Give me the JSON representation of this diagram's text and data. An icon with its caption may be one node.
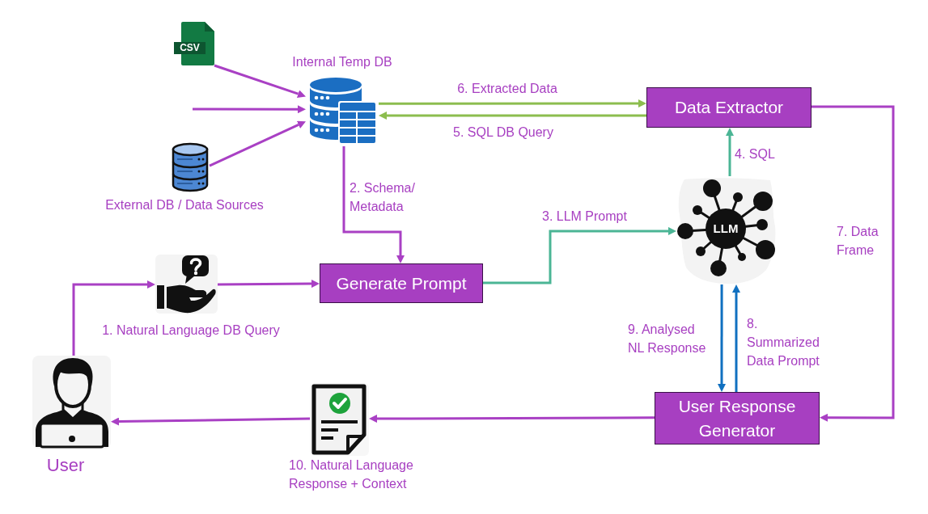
{
  "diagram": {
    "nodes": [
      {
        "text": [
          "CSV"
        ]
      },
      {
        "text": [],
        "shape": "picture",
        "beside": [
          "Internal Temp DB"
        ]
      },
      {
        "text": [],
        "shape": "picture",
        "beside": [
          "External DB / Data Sources"
        ]
      },
      {
        "text": [
          "Data Extractor"
        ]
      },
      {
        "text": [
          "LLM"
        ]
      },
      {
        "text": [
          "Generate Prompt"
        ]
      },
      {
        "text": [],
        "shape": "picture",
        "beside": [
          "1. Natural Language DB Query"
        ]
      },
      {
        "text": [],
        "shape": "picture",
        "beside": [
          "User"
        ]
      },
      {
        "text": [],
        "shape": "picture",
        "beside": [
          "10. Natural Language Response + Context"
        ]
      },
      {
        "text": [
          "User Response Generator"
        ]
      }
    ],
    "edges": [
      {
        "from": 0,
        "to": 1,
        "arrow": "to"
      },
      {
        "from": null,
        "to": 1,
        "arrow": "to"
      },
      {
        "from": 2,
        "to": 1,
        "arrow": "to"
      },
      {
        "from": 1,
        "to": 3,
        "arrow": "to",
        "label": "6. Extracted Data",
        "color": "#8cbd4e"
      },
      {
        "from": 3,
        "to": 1,
        "arrow": "to",
        "label": "5. SQL DB Query",
        "color": "#8cbd4e"
      },
      {
        "from": 1,
        "to": 5,
        "arrow": "to",
        "label": "2. Schema/ Metadata"
      },
      {
        "from": 5,
        "to": 4,
        "arrow": "to",
        "label": "3. LLM Prompt",
        "color": "#4bb595"
      },
      {
        "from": 4,
        "to": 3,
        "arrow": "to",
        "label": "4. SQL",
        "color": "#4bb595"
      },
      {
        "from": 3,
        "to": 9,
        "arrow": "to",
        "label": "7. Data Frame"
      },
      {
        "from": 9,
        "to": 4,
        "arrow": "to",
        "label": "8. Summarized Data Prompt",
        "color": "#1070c0"
      },
      {
        "from": 4,
        "to": 9,
        "arrow": "to",
        "label": "9. Analysed NL Response",
        "color": "#1070c0"
      },
      {
        "from": 9,
        "to": 8,
        "arrow": "to"
      },
      {
        "from": 8,
        "to": 7,
        "arrow": "to"
      },
      {
        "from": 7,
        "to": 6,
        "arrow": "to"
      },
      {
        "from": 6,
        "to": 5,
        "arrow": "to"
      }
    ]
  }
}
